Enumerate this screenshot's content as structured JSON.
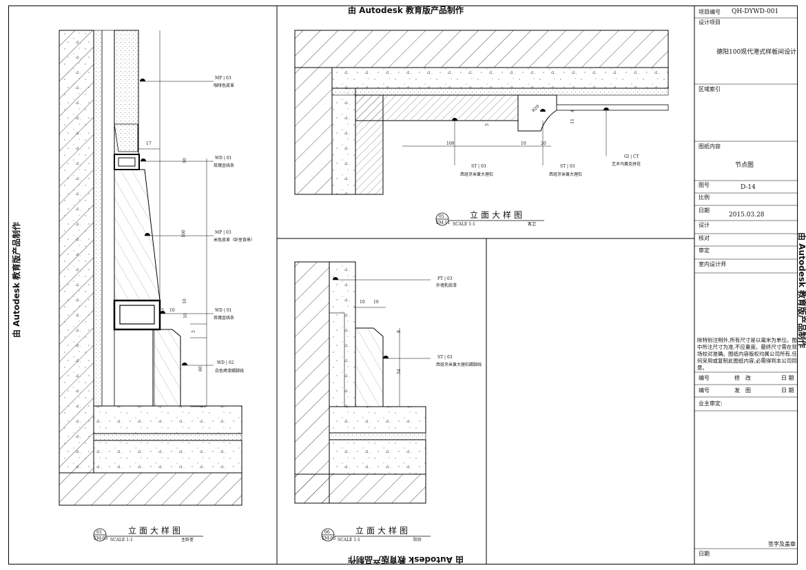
{
  "watermark": "由 Autodesk 教育版产品制作",
  "title_block": {
    "project_no_label": "项目编号",
    "project_no": "QH-DYWD-001",
    "design_project_label": "设计项目",
    "design_project": "德阳100现代港式样板间设计",
    "area_index_label": "区域索引",
    "drawing_content_label": "图纸内容",
    "drawing_content": "节点图",
    "drawing_no_label": "图号",
    "drawing_no": "D-14",
    "scale_label": "比例",
    "date_label": "日期",
    "date": "2015.03.28",
    "design_label": "设计",
    "check_label": "核对",
    "review_label": "审定",
    "interior_designer_label": "室内设计师",
    "notes": "除特别注明外,所有尺寸是以毫米为单位。图中所注尺寸为准,不应量度。最终尺寸需在现场校对准确。图纸内容版权均属公司所有,任何采用或复制此图纸内容,必需得到本公司同意。",
    "rev1": [
      "编号",
      "修　改",
      "日 期"
    ],
    "rev2": [
      "编号",
      "发　图",
      "日 期"
    ],
    "owner_label": "业主审定:",
    "sign_label": "签字及盖章",
    "bottom_date_label": "日期"
  },
  "details": [
    {
      "id": "03",
      "sheet": "EM-03",
      "title": "立面大样图",
      "scale": "SCALE 1:1",
      "room": "主卧室"
    },
    {
      "id": "05",
      "sheet": "EM-11",
      "title": "立面大样图",
      "scale": "SCALE 1:1",
      "room": "客卫"
    },
    {
      "id": "06",
      "sheet": "EM-03",
      "title": "立面大样图",
      "scale": "SCALE 1:1",
      "room": "阳台"
    }
  ],
  "annotations_left": [
    {
      "code": "MP",
      "num": "03",
      "text": "咖啡色皮革"
    },
    {
      "code": "WD",
      "num": "01",
      "text": "玫瑰金线条"
    },
    {
      "code": "MP",
      "num": "03",
      "text": "米色皮革（卧室背景）"
    },
    {
      "code": "WD",
      "num": "01",
      "text": "玫瑰金线条"
    },
    {
      "code": "WD",
      "num": "02",
      "text": "白色烤漆踢脚线"
    }
  ],
  "annotations_top": [
    {
      "code": "ST",
      "num": "03",
      "text": "西班牙米黄大理石"
    },
    {
      "code": "ST",
      "num": "03",
      "text": "西班牙米黄大理石"
    },
    {
      "code": "GI",
      "num": "CT",
      "text": "艺术马赛克拼花"
    }
  ],
  "annotations_bottom": [
    {
      "code": "PT",
      "num": "03",
      "text": "外墙乳胶漆"
    },
    {
      "code": "ST",
      "num": "03",
      "text": "西班牙米黄大理石踢脚线"
    }
  ],
  "dims_left": [
    "17",
    "10",
    "100",
    "10",
    "10",
    "5",
    "10",
    "5",
    "60"
  ],
  "dims_top": [
    "100",
    "10",
    "20",
    "5",
    "4",
    "11",
    "R20"
  ],
  "dims_bottom": [
    "10",
    "10",
    "8",
    "54"
  ]
}
